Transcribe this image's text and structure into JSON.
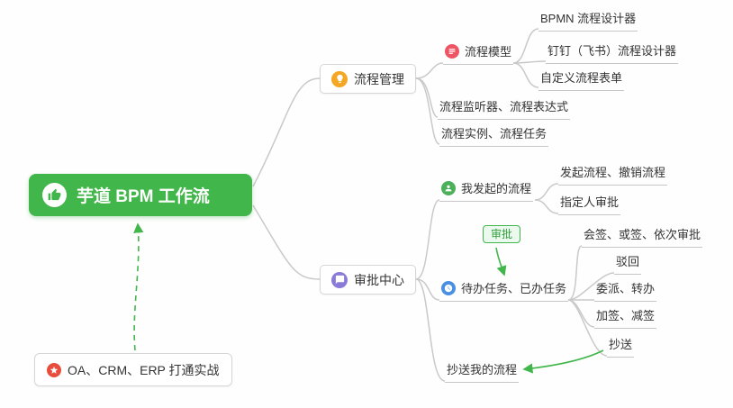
{
  "root": {
    "label": "芋道 BPM 工作流",
    "icon": "thumbs-up"
  },
  "practice": {
    "label": "OA、CRM、ERP 打通实战",
    "icon": "star"
  },
  "process_management": {
    "label": "流程管理",
    "icon": "lightbulb",
    "process_model": {
      "label": "流程模型",
      "icon": "list",
      "items": [
        "BPMN 流程设计器",
        "钉钉（飞书）流程设计器",
        "自定义流程表单"
      ]
    },
    "listener_expression": "流程监听器、流程表达式",
    "instance_task": "流程实例、流程任务"
  },
  "approval_center": {
    "label": "审批中心",
    "icon": "chat-bubble",
    "my_initiated": {
      "label": "我发起的流程",
      "icon": "person",
      "items": [
        "发起流程、撤销流程",
        "指定人审批"
      ]
    },
    "todo_done": {
      "label": "待办任务、已办任务",
      "icon": "clock",
      "items": [
        "会签、或签、依次审批",
        "驳回",
        "委派、转办",
        "加签、减签",
        "抄送"
      ]
    },
    "cc_my_process": "抄送我的流程"
  },
  "approval_tag": "审批",
  "colors": {
    "root_green": "#41b64a",
    "connector_gray": "#c9c9c9",
    "arrow_green": "#41b64a",
    "star_red": "#e74c3c",
    "bulb_orange": "#f5a623",
    "model_red": "#ed5565",
    "approval_purple": "#8a7bd8",
    "initiated_green": "#4cb05b",
    "todo_blue": "#4a90e2"
  }
}
